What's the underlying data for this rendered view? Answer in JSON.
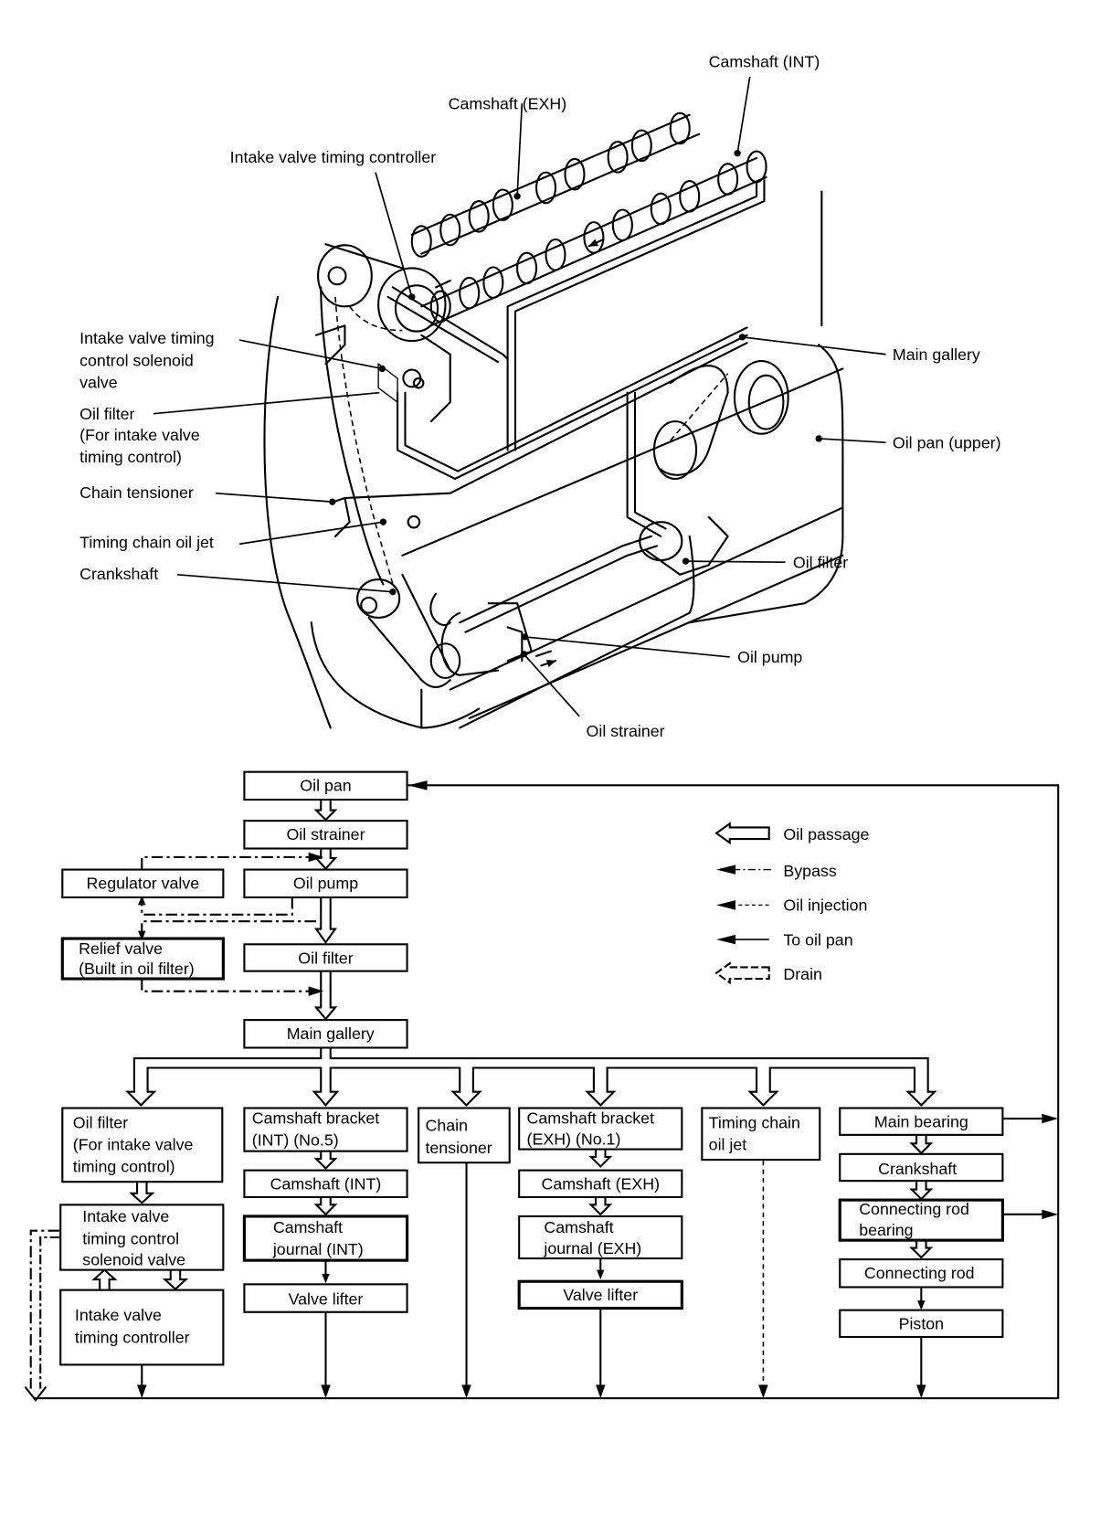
{
  "illustration": {
    "labels": {
      "camshaft_int": "Camshaft (INT)",
      "camshaft_exh": "Camshaft (EXH)",
      "ivt_controller": "Intake valve timing controller",
      "ivt_solenoid": [
        "Intake valve timing",
        "control solenoid",
        "valve"
      ],
      "oil_filter_ivt": [
        "Oil filter",
        "(For intake valve",
        "timing control)"
      ],
      "chain_tensioner": "Chain tensioner",
      "timing_chain_oil_jet": "Timing chain oil jet",
      "crankshaft": "Crankshaft",
      "main_gallery": "Main gallery",
      "oil_pan_upper": "Oil pan (upper)",
      "oil_filter": "Oil filter",
      "oil_pump": "Oil pump",
      "oil_strainer": "Oil strainer"
    }
  },
  "legend": {
    "items": [
      {
        "symbol": "hollow-arrow",
        "label": "Oil passage"
      },
      {
        "symbol": "dash-dot-arrow",
        "label": "Bypass"
      },
      {
        "symbol": "dashed-arrow",
        "label": "Oil injection"
      },
      {
        "symbol": "solid-arrow",
        "label": "To oil pan"
      },
      {
        "symbol": "dashed-hollow-arrow",
        "label": "Drain"
      }
    ]
  },
  "flowchart": {
    "oil_pan": "Oil pan",
    "oil_strainer": "Oil strainer",
    "regulator_valve": "Regulator valve",
    "oil_pump": "Oil pump",
    "relief_valve": [
      "Relief valve",
      "(Built in oil filter)"
    ],
    "oil_filter": "Oil filter",
    "main_gallery": "Main gallery",
    "col1": {
      "oil_filter_ivt": [
        "Oil filter",
        "(For intake valve",
        "timing control)"
      ],
      "solenoid": [
        "Intake valve",
        "timing control",
        "solenoid valve"
      ],
      "controller": [
        "Intake valve",
        "timing controller"
      ]
    },
    "col2": {
      "bracket": [
        "Camshaft bracket",
        "(INT) (No.5)"
      ],
      "camshaft": "Camshaft (INT)",
      "journal": [
        "Camshaft",
        "journal (INT)"
      ],
      "lifter": "Valve lifter"
    },
    "col3": {
      "tensioner": [
        "Chain",
        "tensioner"
      ]
    },
    "col4": {
      "bracket": [
        "Camshaft bracket",
        "(EXH) (No.1)"
      ],
      "camshaft": "Camshaft (EXH)",
      "journal": [
        "Camshaft",
        "journal (EXH)"
      ],
      "lifter": "Valve lifter"
    },
    "col5": {
      "jet": [
        "Timing chain",
        "oil jet"
      ]
    },
    "col6": {
      "main_bearing": "Main bearing",
      "crankshaft": "Crankshaft",
      "conrod_bearing": [
        "Connecting rod",
        "bearing"
      ],
      "conrod": "Connecting rod",
      "piston": "Piston"
    }
  }
}
